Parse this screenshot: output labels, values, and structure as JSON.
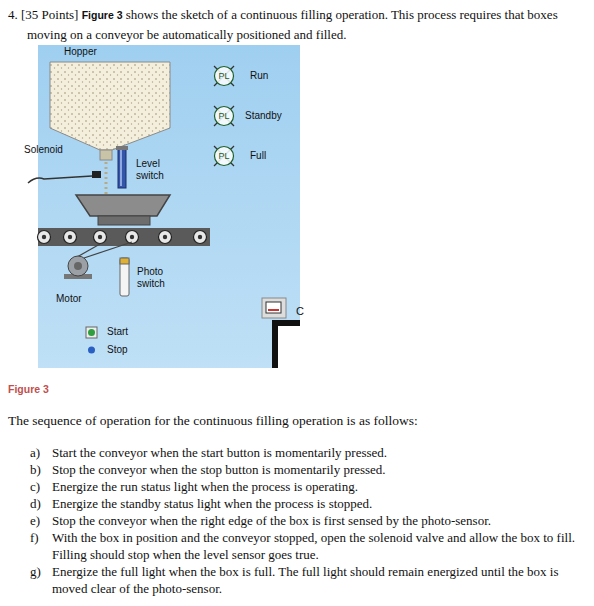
{
  "diagram": {
    "caption": "Figure 3",
    "nodes": [
      {
        "text": [
          "PL",
          "Run"
        ]
      },
      {
        "text": [
          "PL",
          "Standby"
        ]
      },
      {
        "text": [
          "PL",
          "Full"
        ]
      }
    ],
    "labels": [
      "4. [35 Points]",
      "Figure 3",
      "shows the sketch of a continuous filling operation. This process requires that boxes moving on a conveyor be automatically positioned and filled.",
      "Hopper",
      "Solenoid",
      "Level switch",
      "Photo switch",
      "Motor",
      "Start",
      "Stop",
      "C",
      "The sequence of operation for the continuous filling operation is as follows:",
      "a)",
      "Start the conveyor when the start button is momentarily pressed.",
      "b)",
      "Stop the conveyor when the stop button is momentarily pressed.",
      "c)",
      "Energize the run status light when the process is operating.",
      "d)",
      "Energize the standby status light when the process is stopped.",
      "e)",
      "Stop the conveyor when the right edge of the box is first sensed by the photo-sensor.",
      "f)",
      "With the box in position and the conveyor stopped, open the solenoid valve and allow the box to fill. Filling should stop when the level sensor goes true.",
      "g)",
      "Energize the full light when the box is full. The full light should remain energized until the box is moved clear of the photo-sensor."
    ]
  }
}
